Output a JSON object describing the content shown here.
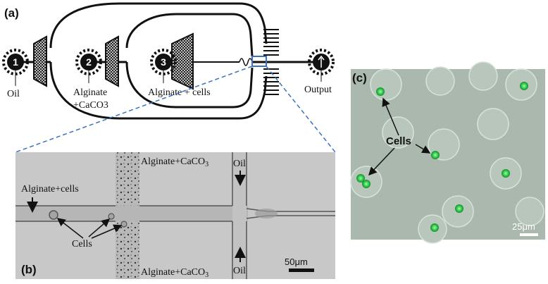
{
  "panels": {
    "a": {
      "letter": "(a)",
      "inlets": [
        {
          "number": "1",
          "label": "Oil"
        },
        {
          "number": "2",
          "label_line1": "Alginate",
          "label_line2": "+CaCO3"
        },
        {
          "number": "3",
          "label": "Alginate + cells"
        }
      ],
      "output_label": "Output"
    },
    "b": {
      "letter": "(b)",
      "alginate_caco3_base": "Alginate+CaCO",
      "alginate_caco3_sub": "3",
      "oil_label": "Oil",
      "alginate_cells_label": "Alginate+cells",
      "cells_label": "Cells",
      "scale_bar": "50μm"
    },
    "c": {
      "letter": "(c)",
      "cells_label": "Cells",
      "scale_bar": "25μm"
    }
  },
  "colors": {
    "channel": "#111111",
    "zoom_line": "#3a70c0",
    "micrograph_bg": "#c8c8c8",
    "fluorescence_bg": "#aab8ad",
    "cell_green": "#3cd65a"
  }
}
